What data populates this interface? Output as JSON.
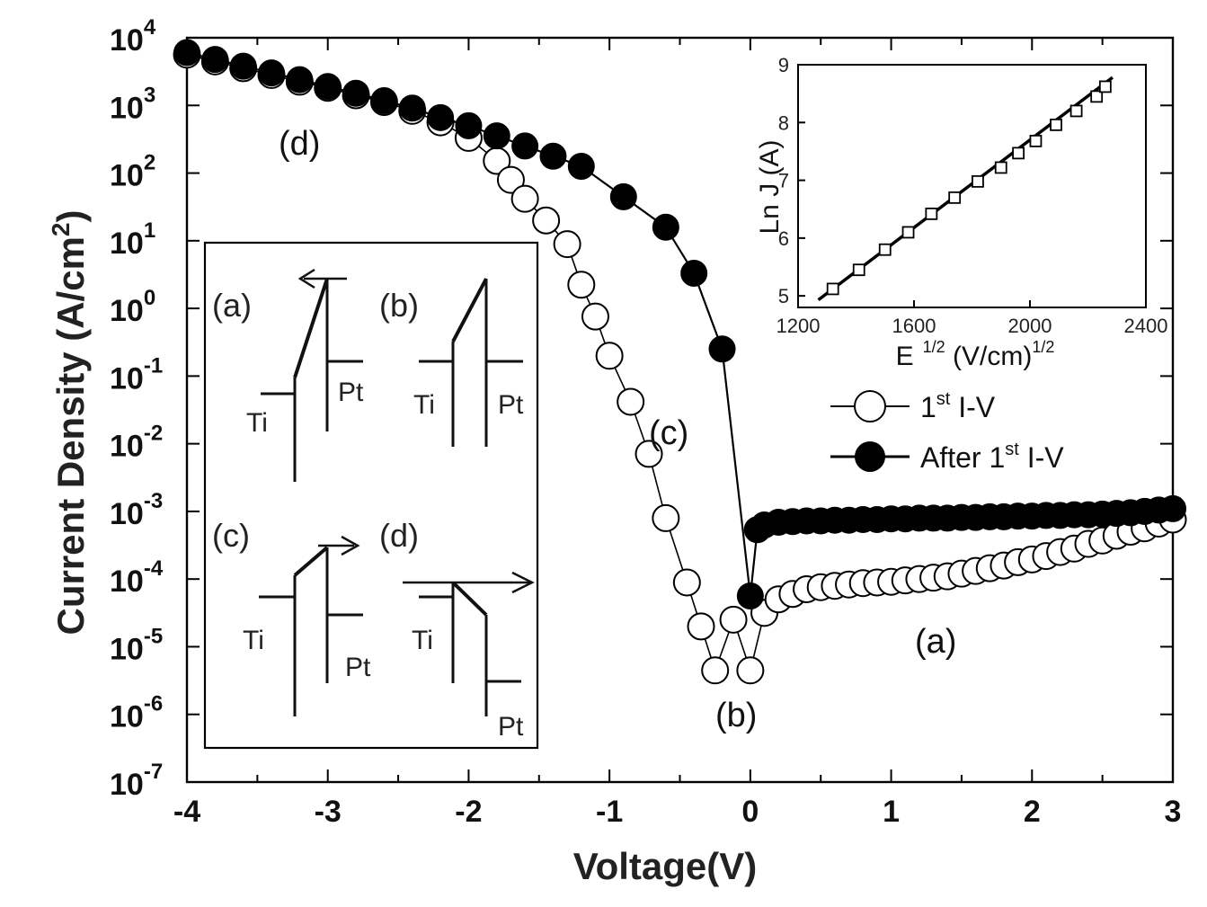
{
  "chart_data": [
    {
      "type": "scatter",
      "xlabel": "Voltage(V)",
      "ylabel": "Current Density (A/cm",
      "ylabel_sup": "2",
      "ylabel_close": ")",
      "xlim": [
        -4,
        3
      ],
      "ylim_exponents": [
        -7,
        4
      ],
      "yscale": "log",
      "x_ticks": [
        -4,
        -3,
        -2,
        -1,
        0,
        1,
        2,
        3
      ],
      "x_tick_labels": [
        "-4",
        "-3",
        "-2",
        "-1",
        "0",
        "1",
        "2",
        "3"
      ],
      "y_tick_exponents": [
        4,
        3,
        2,
        1,
        0,
        -1,
        -2,
        -3,
        -4,
        -5,
        -6,
        -7
      ],
      "y_tick_base": "10",
      "y_tick_exps_text": [
        "4",
        "3",
        "2",
        "1",
        "0",
        "-1",
        "-2",
        "-3",
        "-4",
        "-5",
        "-6",
        "-7"
      ],
      "legend_position": "right",
      "series": [
        {
          "name": "1st I-V",
          "marker": "open-circle",
          "points": [
            [
              -4.0,
              3.75
            ],
            [
              -3.8,
              3.65
            ],
            [
              -3.6,
              3.55
            ],
            [
              -3.4,
              3.45
            ],
            [
              -3.2,
              3.35
            ],
            [
              -3.0,
              3.26
            ],
            [
              -2.8,
              3.15
            ],
            [
              -2.6,
              3.05
            ],
            [
              -2.4,
              2.92
            ],
            [
              -2.2,
              2.75
            ],
            [
              -2.0,
              2.52
            ],
            [
              -1.8,
              2.18
            ],
            [
              -1.7,
              1.9
            ],
            [
              -1.6,
              1.62
            ],
            [
              -1.45,
              1.3
            ],
            [
              -1.3,
              0.95
            ],
            [
              -1.2,
              0.35
            ],
            [
              -1.1,
              -0.12
            ],
            [
              -1.0,
              -0.7
            ],
            [
              -0.85,
              -1.38
            ],
            [
              -0.72,
              -2.15
            ],
            [
              -0.6,
              -3.1
            ],
            [
              -0.45,
              -4.05
            ],
            [
              -0.35,
              -4.7
            ],
            [
              -0.25,
              -5.35
            ],
            [
              -0.12,
              -4.6
            ],
            [
              0.0,
              -5.35
            ],
            [
              0.1,
              -4.5
            ],
            [
              0.2,
              -4.3
            ],
            [
              0.3,
              -4.22
            ],
            [
              0.4,
              -4.15
            ],
            [
              0.5,
              -4.12
            ],
            [
              0.6,
              -4.1
            ],
            [
              0.7,
              -4.08
            ],
            [
              0.8,
              -4.06
            ],
            [
              0.9,
              -4.05
            ],
            [
              1.0,
              -4.04
            ],
            [
              1.1,
              -4.02
            ],
            [
              1.2,
              -4.0
            ],
            [
              1.3,
              -3.98
            ],
            [
              1.4,
              -3.96
            ],
            [
              1.5,
              -3.92
            ],
            [
              1.6,
              -3.88
            ],
            [
              1.7,
              -3.84
            ],
            [
              1.8,
              -3.8
            ],
            [
              1.9,
              -3.75
            ],
            [
              2.0,
              -3.71
            ],
            [
              2.1,
              -3.66
            ],
            [
              2.2,
              -3.6
            ],
            [
              2.3,
              -3.55
            ],
            [
              2.4,
              -3.48
            ],
            [
              2.5,
              -3.43
            ],
            [
              2.6,
              -3.36
            ],
            [
              2.7,
              -3.3
            ],
            [
              2.8,
              -3.25
            ],
            [
              2.9,
              -3.18
            ],
            [
              3.0,
              -3.12
            ]
          ]
        },
        {
          "name": "After 1st I-V",
          "marker": "filled-circle",
          "points": [
            [
              -4.0,
              3.78
            ],
            [
              -3.8,
              3.68
            ],
            [
              -3.6,
              3.58
            ],
            [
              -3.4,
              3.48
            ],
            [
              -3.2,
              3.38
            ],
            [
              -3.0,
              3.28
            ],
            [
              -2.8,
              3.18
            ],
            [
              -2.6,
              3.07
            ],
            [
              -2.4,
              2.96
            ],
            [
              -2.2,
              2.82
            ],
            [
              -2.0,
              2.7
            ],
            [
              -1.8,
              2.55
            ],
            [
              -1.6,
              2.4
            ],
            [
              -1.4,
              2.25
            ],
            [
              -1.2,
              2.1
            ],
            [
              -0.9,
              1.65
            ],
            [
              -0.6,
              1.2
            ],
            [
              -0.4,
              0.52
            ],
            [
              -0.2,
              -0.6
            ],
            [
              0.0,
              -4.25
            ],
            [
              0.05,
              -3.27
            ],
            [
              0.1,
              -3.2
            ],
            [
              0.2,
              -3.16
            ],
            [
              0.3,
              -3.15
            ],
            [
              0.4,
              -3.14
            ],
            [
              0.5,
              -3.14
            ],
            [
              0.6,
              -3.13
            ],
            [
              0.7,
              -3.13
            ],
            [
              0.8,
              -3.12
            ],
            [
              0.9,
              -3.12
            ],
            [
              1.0,
              -3.11
            ],
            [
              1.1,
              -3.11
            ],
            [
              1.2,
              -3.1
            ],
            [
              1.3,
              -3.1
            ],
            [
              1.4,
              -3.1
            ],
            [
              1.5,
              -3.09
            ],
            [
              1.6,
              -3.09
            ],
            [
              1.7,
              -3.08
            ],
            [
              1.8,
              -3.08
            ],
            [
              1.9,
              -3.07
            ],
            [
              2.0,
              -3.07
            ],
            [
              2.1,
              -3.06
            ],
            [
              2.2,
              -3.06
            ],
            [
              2.3,
              -3.05
            ],
            [
              2.4,
              -3.05
            ],
            [
              2.5,
              -3.04
            ],
            [
              2.6,
              -3.03
            ],
            [
              2.7,
              -3.02
            ],
            [
              2.8,
              -3.0
            ],
            [
              2.9,
              -2.98
            ],
            [
              3.0,
              -2.96
            ]
          ]
        }
      ],
      "annotations": [
        "(d)",
        "(c)",
        "(b)",
        "(a)"
      ],
      "legend": {
        "entry1_base": "1",
        "entry1_sup": "st",
        "entry1_tail": " I-V",
        "entry2_base": "After 1",
        "entry2_sup": "st",
        "entry2_tail": " I-V"
      }
    },
    {
      "type": "scatter",
      "xlabel_base": "E",
      "xlabel_sup": "1/2",
      "xlabel_mid": " (V/cm)",
      "xlabel_sup2": "1/2",
      "ylabel": "Ln J (A)",
      "xlim": [
        1200,
        2400
      ],
      "ylim": [
        4.8,
        9
      ],
      "x_tick_labels": [
        "1200",
        "1600",
        "2000",
        "2400"
      ],
      "y_tick_labels": [
        "5",
        "6",
        "7",
        "8",
        "9"
      ],
      "marker": "open-square",
      "points": [
        [
          1320,
          5.12
        ],
        [
          1410,
          5.45
        ],
        [
          1500,
          5.8
        ],
        [
          1580,
          6.1
        ],
        [
          1660,
          6.42
        ],
        [
          1740,
          6.7
        ],
        [
          1820,
          6.98
        ],
        [
          1900,
          7.22
        ],
        [
          1960,
          7.47
        ],
        [
          2020,
          7.68
        ],
        [
          2090,
          7.96
        ],
        [
          2160,
          8.2
        ],
        [
          2230,
          8.45
        ],
        [
          2260,
          8.62
        ]
      ],
      "fit_line": [
        [
          1270,
          4.93
        ],
        [
          2285,
          8.78
        ]
      ]
    }
  ],
  "band_diagrams": {
    "labels": [
      "(a)",
      "(b)",
      "(c)",
      "(d)"
    ],
    "left_metal": "Ti",
    "right_metal": "Pt"
  }
}
